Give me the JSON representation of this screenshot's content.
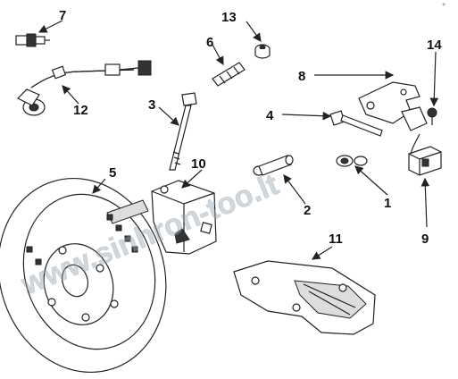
{
  "labels": {
    "l1": "1",
    "l2": "2",
    "l3": "3",
    "l4": "4",
    "l5": "5",
    "l6": "6",
    "l7": "7",
    "l8": "8",
    "l9": "9",
    "l10": "10",
    "l11": "11",
    "l12": "12",
    "l13": "13",
    "l14": "14"
  },
  "watermark": "www.sinhron-too.lt",
  "corner_mark": "*"
}
